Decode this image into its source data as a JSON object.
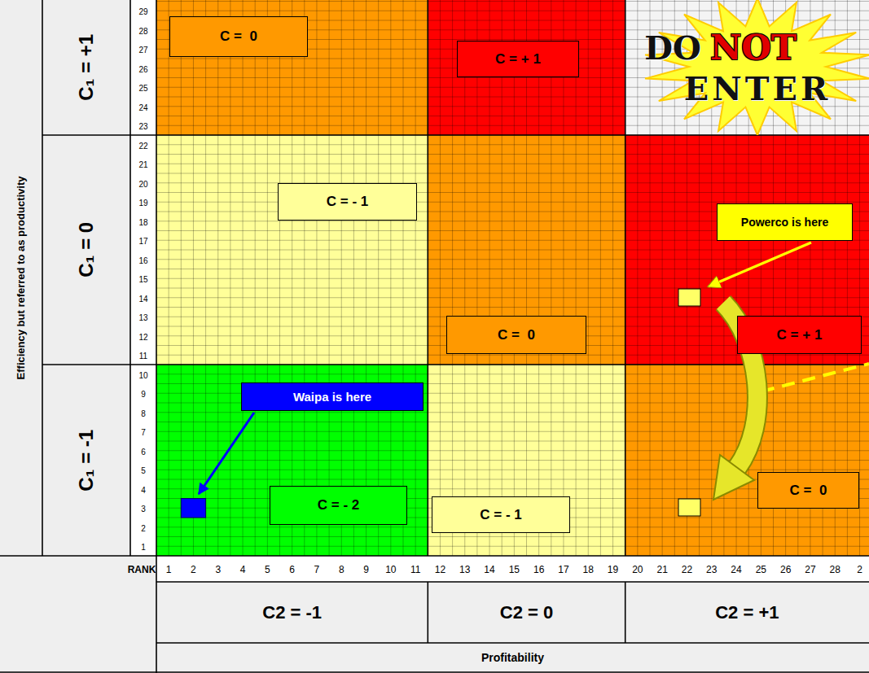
{
  "diagram": {
    "nodes": [
      {
        "text": [
          "Efficiency but referred to as productivity"
        ]
      },
      {
        "text": [
          "C₁ = +1"
        ]
      },
      {
        "text": [
          "C₁ = 0"
        ]
      },
      {
        "text": [
          "C₁ = -1"
        ]
      },
      {
        "text": [
          "C =  0"
        ]
      },
      {
        "text": [
          "C = + 1"
        ]
      },
      {
        "text": [
          "C = - 1"
        ]
      },
      {
        "text": [
          "Powerco is here"
        ]
      },
      {
        "text": [
          "C =  0"
        ]
      },
      {
        "text": [
          "C = + 1"
        ]
      },
      {
        "text": [
          "Waipa is here"
        ]
      },
      {
        "text": [
          "C = - 2"
        ]
      },
      {
        "text": [
          "C = - 1"
        ]
      },
      {
        "text": [
          "C =  0"
        ]
      },
      {
        "text": [
          "C2 = -1"
        ]
      },
      {
        "text": [
          "C2 = 0"
        ]
      },
      {
        "text": [
          "C2 = +1"
        ]
      },
      {
        "text": [
          "Profitability"
        ]
      }
    ],
    "labels": [
      "29",
      "28",
      "27",
      "26",
      "25",
      "24",
      "23",
      "22",
      "21",
      "20",
      "19",
      "18",
      "17",
      "16",
      "15",
      "14",
      "13",
      "12",
      "11",
      "10",
      "9",
      "8",
      "7",
      "6",
      "5",
      "4",
      "3",
      "2",
      "1",
      "RANK",
      "1",
      "2",
      "3",
      "4",
      "5",
      "6",
      "7",
      "8",
      "9",
      "10",
      "11",
      "12",
      "13",
      "14",
      "15",
      "16",
      "17",
      "18",
      "19",
      "20",
      "21",
      "22",
      "23",
      "24",
      "25",
      "26",
      "27",
      "28",
      "2",
      "DO",
      "NOT",
      "ENTER"
    ]
  }
}
